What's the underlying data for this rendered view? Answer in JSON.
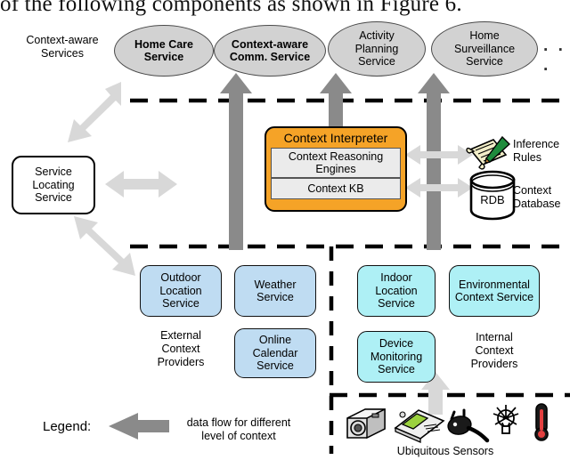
{
  "page": {
    "cut_paragraph_text": "of the following components as shown in Figure 6.",
    "figure_caption": ""
  },
  "layers": {
    "context_aware_services_label": "Context-aware\nServices",
    "external_providers_label": "External\nContext\nProviders",
    "internal_providers_label": "Internal\nContext\nProviders",
    "sensors_label": "Ubiquitous Sensors"
  },
  "services": [
    {
      "id": "home-care-service",
      "lines": [
        "Home Care",
        "Service"
      ]
    },
    {
      "id": "context-aware-comm-service",
      "lines": [
        "Context-aware",
        "Comm. Service"
      ]
    },
    {
      "id": "activity-planning-service",
      "lines": [
        "Activity",
        "Planning",
        "Service"
      ]
    },
    {
      "id": "home-surveillance-service",
      "lines": [
        "Home",
        "Surveillance",
        "Service"
      ]
    }
  ],
  "services_more_indicator": "· · ·",
  "service_locating": {
    "lines": [
      "Service",
      "Locating",
      "Service"
    ]
  },
  "context_interpreter": {
    "title": "Context Interpreter",
    "rows": [
      {
        "id": "context-reasoning-engines",
        "lines": [
          "Context Reasoning",
          "Engines"
        ]
      },
      {
        "id": "context-kb",
        "lines": [
          "Context KB"
        ]
      }
    ]
  },
  "knowledge_stores": [
    {
      "id": "inference-rules",
      "label": "Inference\nRules",
      "icon": "scroll-pen-icon"
    },
    {
      "id": "context-database",
      "label": "Context\nDatabase",
      "icon": "database-cylinder-icon",
      "badge": "RDB"
    }
  ],
  "external_providers": [
    {
      "id": "outdoor-location-service",
      "lines": [
        "Outdoor",
        "Location",
        "Service"
      ]
    },
    {
      "id": "weather-service",
      "lines": [
        "Weather",
        "Service"
      ]
    },
    {
      "id": "online-calendar-service",
      "lines": [
        "Online",
        "Calendar",
        "Service"
      ]
    }
  ],
  "internal_providers": [
    {
      "id": "indoor-location-service",
      "lines": [
        "Indoor",
        "Location",
        "Service"
      ]
    },
    {
      "id": "environmental-context-service",
      "lines": [
        "Environmental",
        "Context",
        "Service"
      ]
    },
    {
      "id": "device-monitoring-service",
      "lines": [
        "Device",
        "Monitoring",
        "Service"
      ]
    }
  ],
  "sensors": [
    {
      "id": "camera-sensor",
      "icon": "camera-icon"
    },
    {
      "id": "mote-sensor",
      "icon": "sensor-board-icon"
    },
    {
      "id": "plug-sensor",
      "icon": "power-plug-icon"
    },
    {
      "id": "light-sensor",
      "icon": "light-bulb-icon"
    },
    {
      "id": "temperature-sensor",
      "icon": "thermometer-icon"
    }
  ],
  "legend": {
    "label": "Legend:",
    "arrow_icon": "left-arrow-icon",
    "description": "data flow for different\nlevel of context"
  },
  "colors": {
    "interpreter_fill": "#f5a327",
    "service_ellipse_fill": "#d2d2d2",
    "external_box_fill": "#bfdcf2",
    "internal_box_fill": "#aef0f5",
    "dark_arrow": "#8a8a8a",
    "light_arrow": "#d8d8d8",
    "divider": "#000000"
  }
}
